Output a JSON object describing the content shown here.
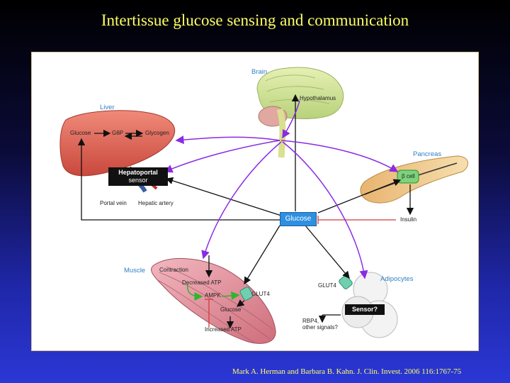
{
  "title": "Intertissue glucose sensing and communication",
  "citation": "Mark A. Herman and Barbara B. Kahn. J. Clin. Invest. 2006 116:1767-75",
  "colors": {
    "title_text": "#ffff66",
    "purple_arrow": "#8a2be2",
    "inhibit_red": "#d23a3a",
    "green_arrow": "#2fb52f",
    "glucose_box": "#2f8fe0",
    "organ_label": "#2f7fc6"
  },
  "diagram": {
    "organs": {
      "brain": "Brain",
      "liver": "Liver",
      "pancreas": "Pancreas",
      "muscle": "Muscle",
      "adipocytes": "Adipocytes"
    },
    "labels": {
      "hypothalamus": "Hypothalamus",
      "liver_glucose": "Glucose",
      "g6p": "G6P",
      "glycogen": "Glycogen",
      "hepatoportal_sensor_line1": "Hepatoportal",
      "hepatoportal_sensor_line2": "sensor",
      "portal_vein": "Portal vein",
      "hepatic_artery": "Hepatic artery",
      "beta_cell": "β cell",
      "insulin": "Insulin",
      "glucose_center": "Glucose",
      "contraction": "Contraction",
      "decreased_atp": "Decreased ATP",
      "ampk": "AMPK",
      "muscle_glut4": "GLUT4",
      "muscle_glucose": "Glucose",
      "increased_atp": "Increased ATP",
      "adipo_glut4": "GLUT4",
      "sensor": "Sensor?",
      "rbp4_line1": "RBP4,",
      "rbp4_line2": "other signals?"
    }
  }
}
